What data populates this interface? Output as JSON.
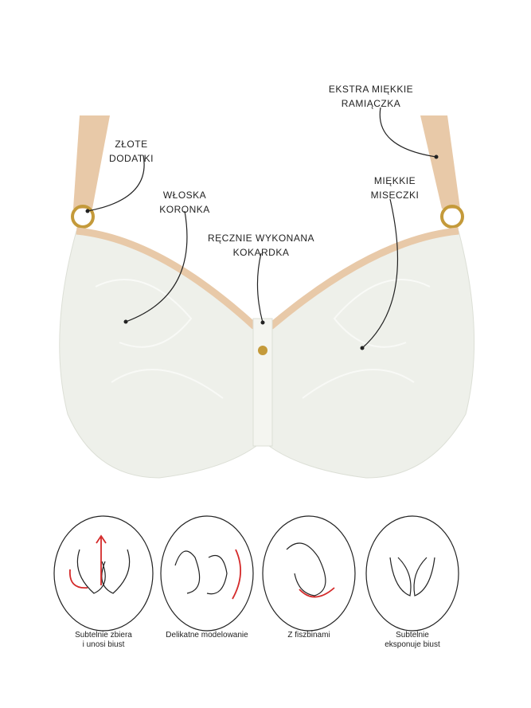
{
  "callouts": {
    "gold_details": [
      "ZŁOTE",
      "DODATKI"
    ],
    "straps": [
      "EKSTRA MIĘKKIE",
      "RAMIĄCZKA"
    ],
    "lace": [
      "WŁOSKA",
      "KORONKA"
    ],
    "cups": [
      "MIĘKKIE",
      "MISECZKI"
    ],
    "bow": [
      "RĘCZNIE WYKONANA",
      "KOKARDKA"
    ]
  },
  "features": [
    {
      "caption": [
        "Subtelnie zbiera",
        "i unosi biust"
      ],
      "icon": "lift-icon"
    },
    {
      "caption": [
        "Delikatne modelowanie"
      ],
      "icon": "shaping-icon"
    },
    {
      "caption": [
        "Z fiszbinami"
      ],
      "icon": "underwire-icon"
    },
    {
      "caption": [
        "Subtelnie",
        "eksponuje biust"
      ],
      "icon": "cleavage-icon"
    }
  ],
  "colors": {
    "lace": "#eef0ea",
    "trim": "#e8c9a8",
    "gold": "#c49a3a",
    "accent": "#d42a2a"
  }
}
